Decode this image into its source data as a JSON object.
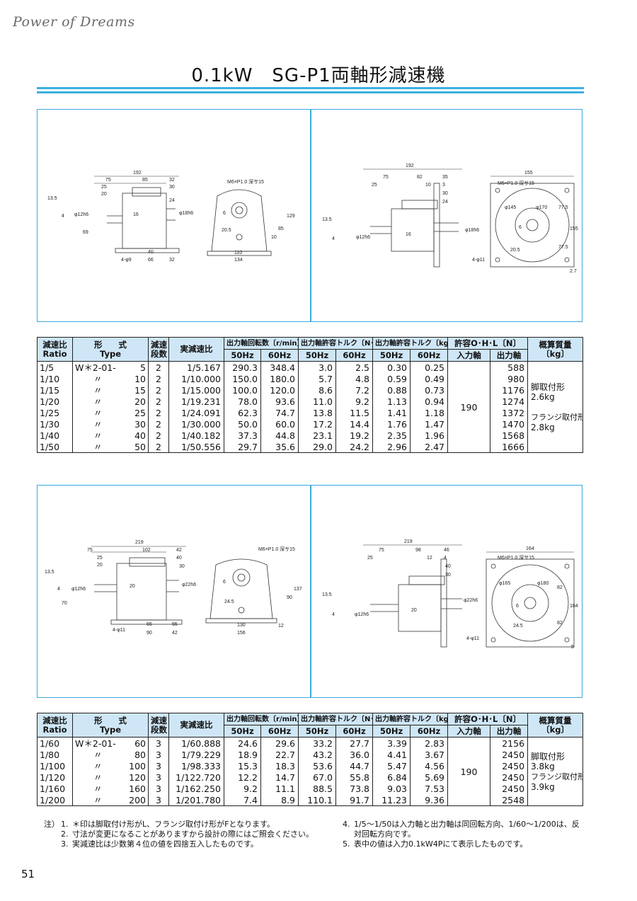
{
  "brand": "Power of Dreams",
  "title": "0.1kW　SG-P1両軸形減速機",
  "drawings": {
    "top_left": {
      "dims": [
        "192",
        "75",
        "85",
        "32",
        "25",
        "30",
        "20",
        "24",
        "13.5",
        "4",
        "16",
        "φ12h6",
        "φ18h6",
        "69",
        "40",
        "66",
        "32",
        "4-φ9",
        "M6×P1.0 深サ15",
        "6",
        "20.5",
        "85",
        "129",
        "10",
        "110",
        "134"
      ]
    },
    "top_right": {
      "dims": [
        "192",
        "75",
        "82",
        "35",
        "25",
        "10",
        "3",
        "30",
        "24",
        "13.5",
        "4",
        "16",
        "φ12h6",
        "φ18h6",
        "155",
        "M6×P1.0 深サ15",
        "φ145",
        "φ170",
        "6",
        "20.5",
        "77.5",
        "155",
        "77.5",
        "4-φ11",
        "2.7"
      ]
    },
    "bottom_left": {
      "dims": [
        "219",
        "75",
        "102",
        "42",
        "25",
        "40",
        "20",
        "30",
        "13.5",
        "4",
        "20",
        "φ12h6",
        "φ22h6",
        "70",
        "65",
        "55",
        "90",
        "42",
        "4-φ11",
        "M6×P1.0 深サ15",
        "6",
        "24.5",
        "90",
        "137",
        "12",
        "130",
        "156"
      ]
    },
    "bottom_right": {
      "dims": [
        "219",
        "75",
        "98",
        "46",
        "25",
        "12",
        "4",
        "40",
        "30",
        "13.5",
        "4",
        "20",
        "φ12h6",
        "φ22h6",
        "164",
        "M6×P1.0 深サ15",
        "φ165",
        "φ180",
        "6",
        "24.5",
        "82",
        "164",
        "82",
        "4-φ11",
        "5"
      ]
    }
  },
  "tables": {
    "headers": {
      "ratio": "減速比",
      "ratio_en": "Ratio",
      "type": "形　　式",
      "type_en": "Type",
      "stages_1": "減速",
      "stages_2": "段数",
      "actual_ratio": "実減速比",
      "speed": "出力軸回転数〔r/min〕",
      "torque_nm": "出力軸許容トルク〔N･m〕",
      "torque_kgf": "出力軸許容トルク〔kgf･m〕",
      "ohl": "許容O･H･L〔N〕",
      "mass_1": "概算質量",
      "mass_2": "〔kg〕",
      "hz50": "50Hz",
      "hz60": "60Hz",
      "input_shaft": "入力軸",
      "output_shaft": "出力軸"
    },
    "table1": {
      "rows": [
        {
          "ratio": "1/5",
          "type_prefix": "W＊2-01-",
          "type_num": "5",
          "stages": "2",
          "actual": "1/5.167",
          "s50": "290.3",
          "s60": "348.4",
          "tn50": "3.0",
          "tn60": "2.5",
          "tk50": "0.30",
          "tk60": "0.25",
          "ohl_out": "588"
        },
        {
          "ratio": "1/10",
          "type_prefix": "〃",
          "type_num": "10",
          "stages": "2",
          "actual": "1/10.000",
          "s50": "150.0",
          "s60": "180.0",
          "tn50": "5.7",
          "tn60": "4.8",
          "tk50": "0.59",
          "tk60": "0.49",
          "ohl_out": "980"
        },
        {
          "ratio": "1/15",
          "type_prefix": "〃",
          "type_num": "15",
          "stages": "2",
          "actual": "1/15.000",
          "s50": "100.0",
          "s60": "120.0",
          "tn50": "8.6",
          "tn60": "7.2",
          "tk50": "0.88",
          "tk60": "0.73",
          "ohl_out": "1176"
        },
        {
          "ratio": "1/20",
          "type_prefix": "〃",
          "type_num": "20",
          "stages": "2",
          "actual": "1/19.231",
          "s50": "78.0",
          "s60": "93.6",
          "tn50": "11.0",
          "tn60": "9.2",
          "tk50": "1.13",
          "tk60": "0.94",
          "ohl_out": "1274"
        },
        {
          "ratio": "1/25",
          "type_prefix": "〃",
          "type_num": "25",
          "stages": "2",
          "actual": "1/24.091",
          "s50": "62.3",
          "s60": "74.7",
          "tn50": "13.8",
          "tn60": "11.5",
          "tk50": "1.41",
          "tk60": "1.18",
          "ohl_out": "1372"
        },
        {
          "ratio": "1/30",
          "type_prefix": "〃",
          "type_num": "30",
          "stages": "2",
          "actual": "1/30.000",
          "s50": "50.0",
          "s60": "60.0",
          "tn50": "17.2",
          "tn60": "14.4",
          "tk50": "1.76",
          "tk60": "1.47",
          "ohl_out": "1470"
        },
        {
          "ratio": "1/40",
          "type_prefix": "〃",
          "type_num": "40",
          "stages": "2",
          "actual": "1/40.182",
          "s50": "37.3",
          "s60": "44.8",
          "tn50": "23.1",
          "tn60": "19.2",
          "tk50": "2.35",
          "tk60": "1.96",
          "ohl_out": "1568"
        },
        {
          "ratio": "1/50",
          "type_prefix": "〃",
          "type_num": "50",
          "stages": "2",
          "actual": "1/50.556",
          "s50": "29.7",
          "s60": "35.6",
          "tn50": "29.0",
          "tn60": "24.2",
          "tk50": "2.96",
          "tk60": "2.47",
          "ohl_out": "1666"
        }
      ],
      "ohl_in": "190",
      "mass_foot_label": "脚取付形",
      "mass_foot": "2.6kg",
      "mass_flange_label": "フランジ取付形",
      "mass_flange": "2.8kg"
    },
    "table2": {
      "rows": [
        {
          "ratio": "1/60",
          "type_prefix": "W＊2-01-",
          "type_num": "60",
          "stages": "3",
          "actual": "1/60.888",
          "s50": "24.6",
          "s60": "29.6",
          "tn50": "33.2",
          "tn60": "27.7",
          "tk50": "3.39",
          "tk60": "2.83",
          "ohl_out": "2156"
        },
        {
          "ratio": "1/80",
          "type_prefix": "〃",
          "type_num": "80",
          "stages": "3",
          "actual": "1/79.229",
          "s50": "18.9",
          "s60": "22.7",
          "tn50": "43.2",
          "tn60": "36.0",
          "tk50": "4.41",
          "tk60": "3.67",
          "ohl_out": "2450"
        },
        {
          "ratio": "1/100",
          "type_prefix": "〃",
          "type_num": "100",
          "stages": "3",
          "actual": "1/98.333",
          "s50": "15.3",
          "s60": "18.3",
          "tn50": "53.6",
          "tn60": "44.7",
          "tk50": "5.47",
          "tk60": "4.56",
          "ohl_out": "2450"
        },
        {
          "ratio": "1/120",
          "type_prefix": "〃",
          "type_num": "120",
          "stages": "3",
          "actual": "1/122.720",
          "s50": "12.2",
          "s60": "14.7",
          "tn50": "67.0",
          "tn60": "55.8",
          "tk50": "6.84",
          "tk60": "5.69",
          "ohl_out": "2450"
        },
        {
          "ratio": "1/160",
          "type_prefix": "〃",
          "type_num": "160",
          "stages": "3",
          "actual": "1/162.250",
          "s50": "9.2",
          "s60": "11.1",
          "tn50": "88.5",
          "tn60": "73.8",
          "tk50": "9.03",
          "tk60": "7.53",
          "ohl_out": "2450"
        },
        {
          "ratio": "1/200",
          "type_prefix": "〃",
          "type_num": "200",
          "stages": "3",
          "actual": "1/201.780",
          "s50": "7.4",
          "s60": "8.9",
          "tn50": "110.1",
          "tn60": "91.7",
          "tk50": "11.23",
          "tk60": "9.36",
          "ohl_out": "2548"
        }
      ],
      "ohl_in": "190",
      "mass_foot_label": "脚取付形",
      "mass_foot": "3.8kg",
      "mass_flange_label": "フランジ取付形",
      "mass_flange": "3.9kg"
    }
  },
  "notes": {
    "prefix": "注）",
    "items": [
      {
        "n": "1.",
        "text": "＊印は脚取付け形がL、フランジ取付け形がFとなります。"
      },
      {
        "n": "2.",
        "text": "寸法が変更になることがありますから設計の際にはご照会ください。"
      },
      {
        "n": "3.",
        "text": "実減速比は少数第４位の値を四捨五入したものです。"
      },
      {
        "n": "4.",
        "text": "1/5～1/50は入力軸と出力軸は同回転方向、1/60～1/200は、反対回転方向です。"
      },
      {
        "n": "5.",
        "text": "表中の値は入力0.1kW4Pにて表示したものです。"
      }
    ]
  },
  "page_number": "51"
}
